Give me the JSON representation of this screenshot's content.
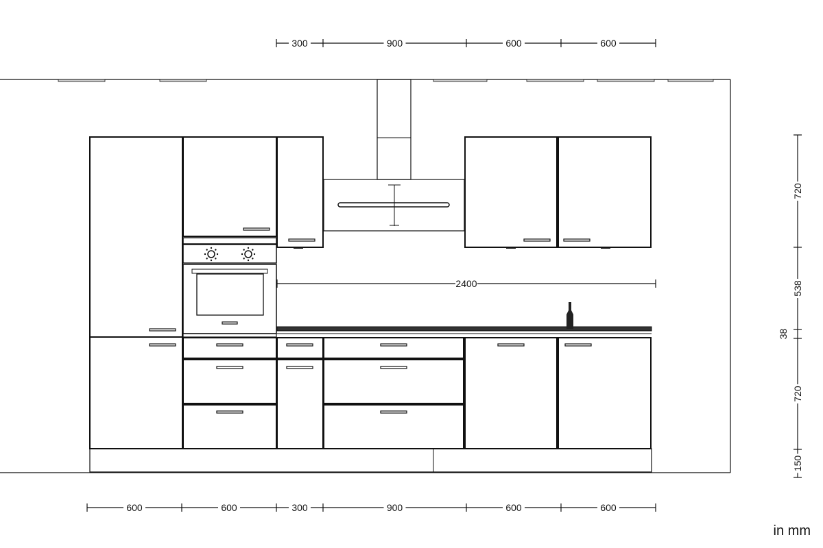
{
  "units_label": "in mm",
  "dimensions": {
    "top_widths": [
      "300",
      "900",
      "600",
      "600"
    ],
    "bottom_widths": [
      "600",
      "600",
      "300",
      "900",
      "600",
      "600"
    ],
    "worktop_length": "2400",
    "right_heights": [
      "720",
      "538",
      "38",
      "720",
      "150"
    ]
  },
  "colors": {
    "line": "#111111",
    "background": "#ffffff"
  }
}
